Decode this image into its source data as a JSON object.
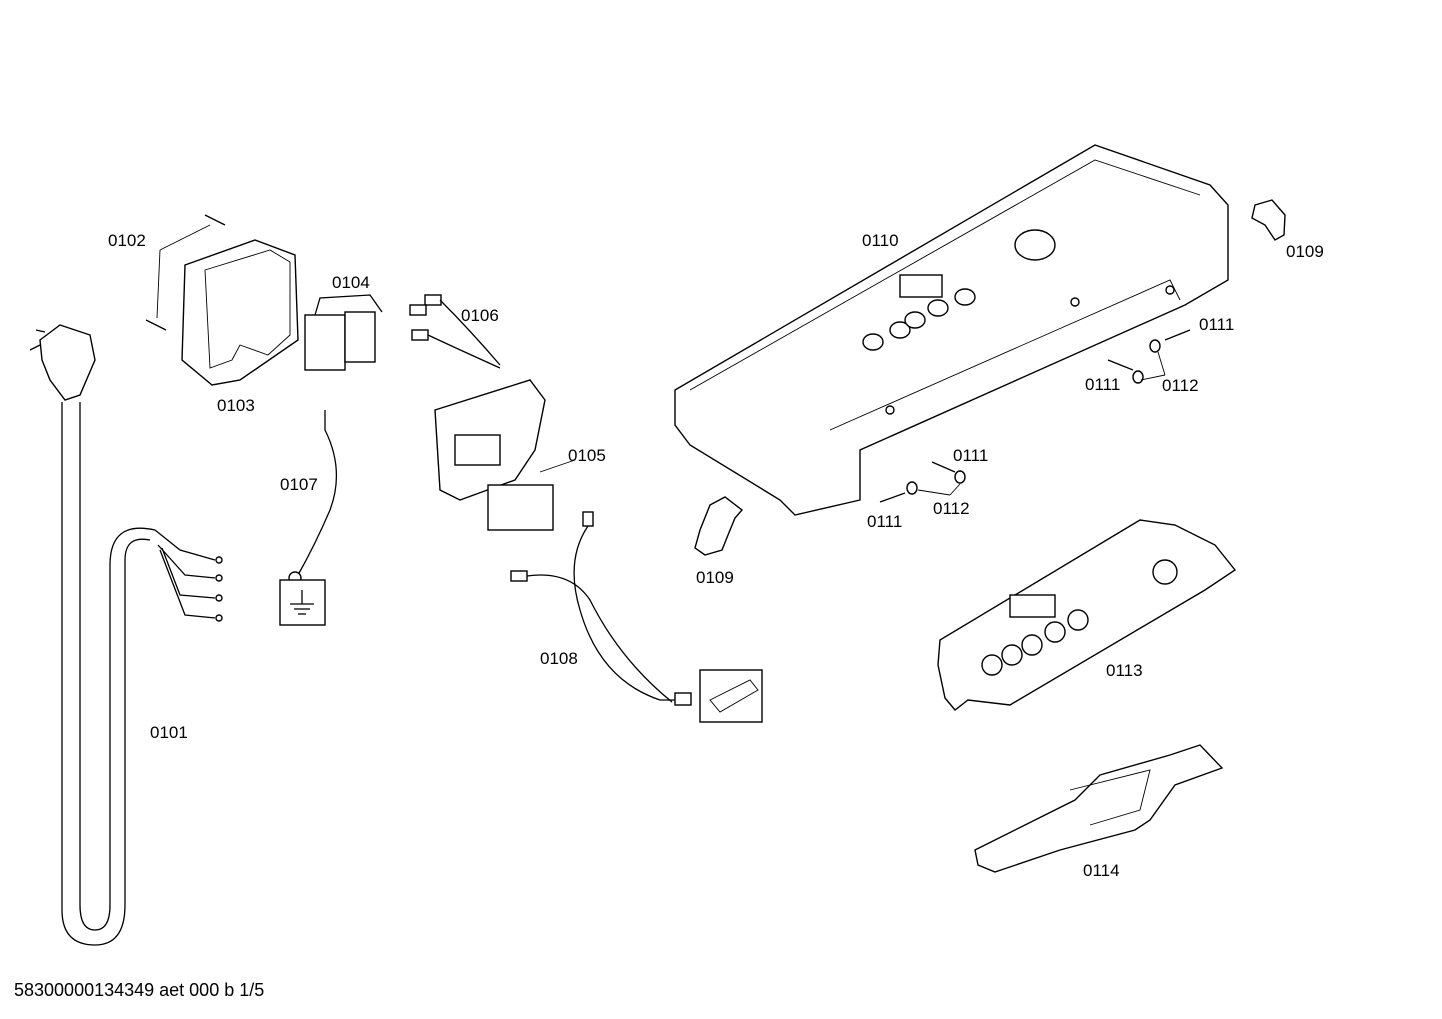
{
  "labels": {
    "p0101": "0101",
    "p0102": "0102",
    "p0103": "0103",
    "p0104": "0104",
    "p0105": "0105",
    "p0106": "0106",
    "p0107": "0107",
    "p0108": "0108",
    "p0109_a": "0109",
    "p0109_b": "0109",
    "p0110": "0110",
    "p0111_a": "0111",
    "p0111_b": "0111",
    "p0111_c": "0111",
    "p0111_d": "0111",
    "p0112_a": "0112",
    "p0112_b": "0112",
    "p0113": "0113",
    "p0114": "0114"
  },
  "footer": "58300000134349 aet 000 b 1/5"
}
